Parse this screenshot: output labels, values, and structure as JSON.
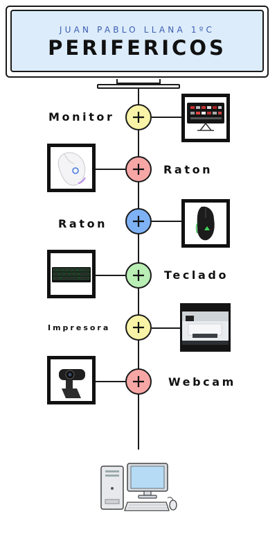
{
  "header": {
    "subtitle": "JUAN PABLO LLANA 1ºC",
    "title": "PERIFERICOS"
  },
  "items": [
    {
      "label": "Monitor",
      "node_color": "#f8f3a6",
      "icon": "monitor-image"
    },
    {
      "label": "Raton",
      "node_color": "#f7a6a6",
      "icon": "white-mouse-image"
    },
    {
      "label": "Raton",
      "node_color": "#7fb2f5",
      "icon": "gaming-mouse-image"
    },
    {
      "label": "Teclado",
      "node_color": "#b9eeb5",
      "icon": "keyboard-image"
    },
    {
      "label": "Impresora",
      "node_color": "#f8f3a6",
      "icon": "printer-image"
    },
    {
      "label": "Webcam",
      "node_color": "#f7a6a6",
      "icon": "webcam-image"
    }
  ],
  "footer": {
    "icon": "desktop-computer-icon"
  }
}
